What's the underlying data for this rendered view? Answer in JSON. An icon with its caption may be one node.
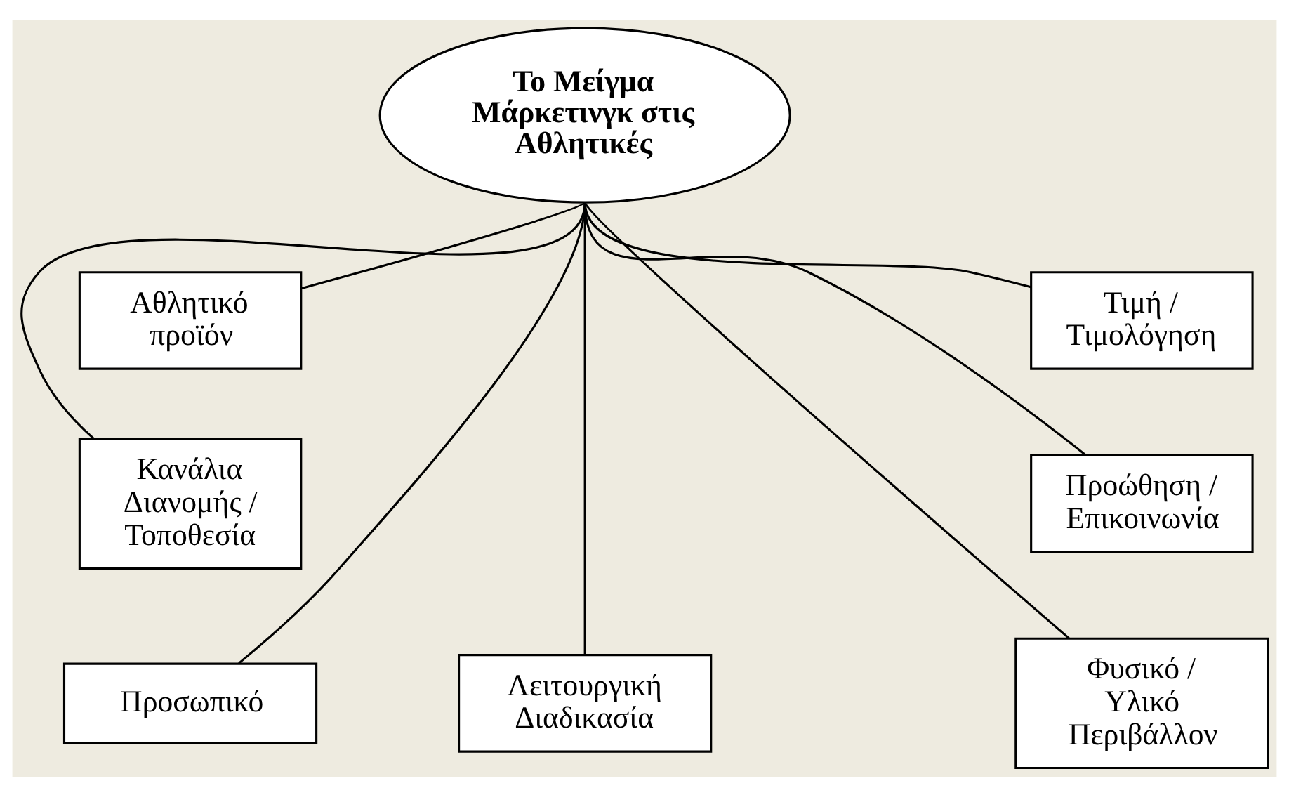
{
  "diagram": {
    "nodes": [
      {
        "text": [
          "Το Μείγμα Μάρκετινγκ στις Αθλητικές"
        ]
      },
      {
        "text": [
          "Αθλητικό προϊόν"
        ]
      },
      {
        "text": [
          "Τιμή / Τιμολόγηση"
        ]
      },
      {
        "text": [
          "Κανάλια Διανομής / Τοποθεσία"
        ]
      },
      {
        "text": [
          "Προώθηση / Επικοινωνία"
        ]
      },
      {
        "text": [
          "Προσωπικό"
        ]
      },
      {
        "text": [
          "Λειτουργική Διαδικασία"
        ]
      },
      {
        "text": [
          "Φυσικό / Υλικό Περιβάλλον"
        ]
      }
    ],
    "edges": [
      {
        "from": 0,
        "to": 1,
        "arrow": "none"
      },
      {
        "from": 0,
        "to": 2,
        "arrow": "none"
      },
      {
        "from": 0,
        "to": 3,
        "arrow": "none"
      },
      {
        "from": 0,
        "to": 4,
        "arrow": "none"
      },
      {
        "from": 0,
        "to": 5,
        "arrow": "none"
      },
      {
        "from": 0,
        "to": 6,
        "arrow": "none"
      },
      {
        "from": 0,
        "to": 7,
        "arrow": "none"
      }
    ]
  }
}
